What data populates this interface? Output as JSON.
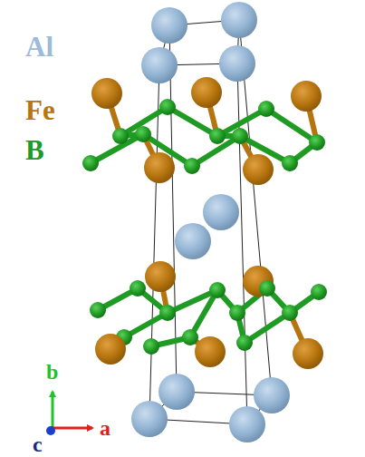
{
  "diagram": {
    "labels": [
      "a",
      "b",
      "c"
    ],
    "legend": [
      {
        "text": "Al",
        "color": "#9dbbd8"
      },
      {
        "text": "Fe",
        "color": "#b8750f"
      },
      {
        "text": "B",
        "color": "#1f9a2a"
      }
    ]
  }
}
